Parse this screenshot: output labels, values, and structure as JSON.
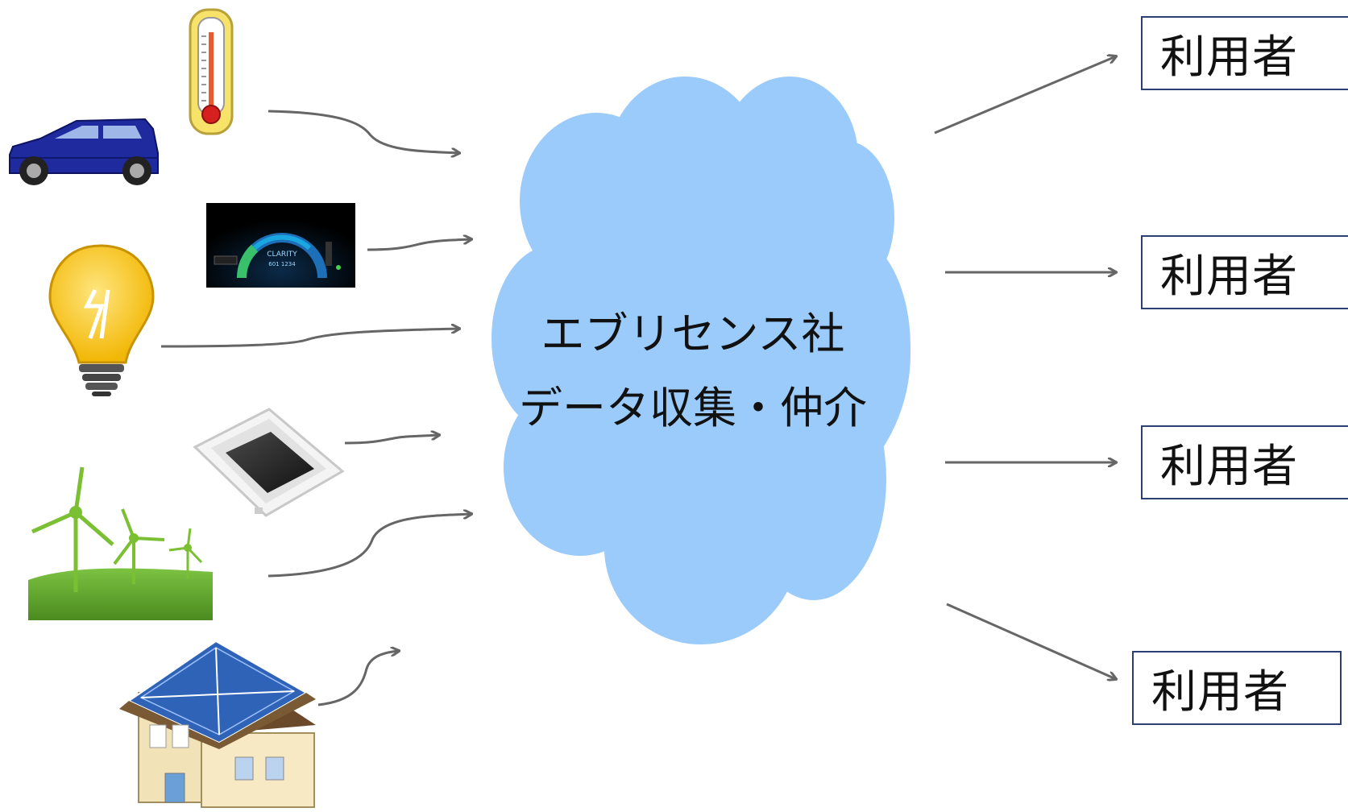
{
  "cloud": {
    "line1": "エブリセンス社",
    "line2": "データ収集・仲介",
    "fill_color": "#9bcbfa"
  },
  "users": [
    {
      "label": "利用者"
    },
    {
      "label": "利用者"
    },
    {
      "label": "利用者"
    },
    {
      "label": "利用者"
    }
  ],
  "sources": [
    {
      "icon": "car-icon"
    },
    {
      "icon": "thermometer-icon"
    },
    {
      "icon": "dashboard-meter-icon"
    },
    {
      "icon": "light-bulb-icon"
    },
    {
      "icon": "sensor-device-icon"
    },
    {
      "icon": "wind-turbines-icon"
    },
    {
      "icon": "solar-house-icon"
    }
  ],
  "arrow_color": "#666666"
}
